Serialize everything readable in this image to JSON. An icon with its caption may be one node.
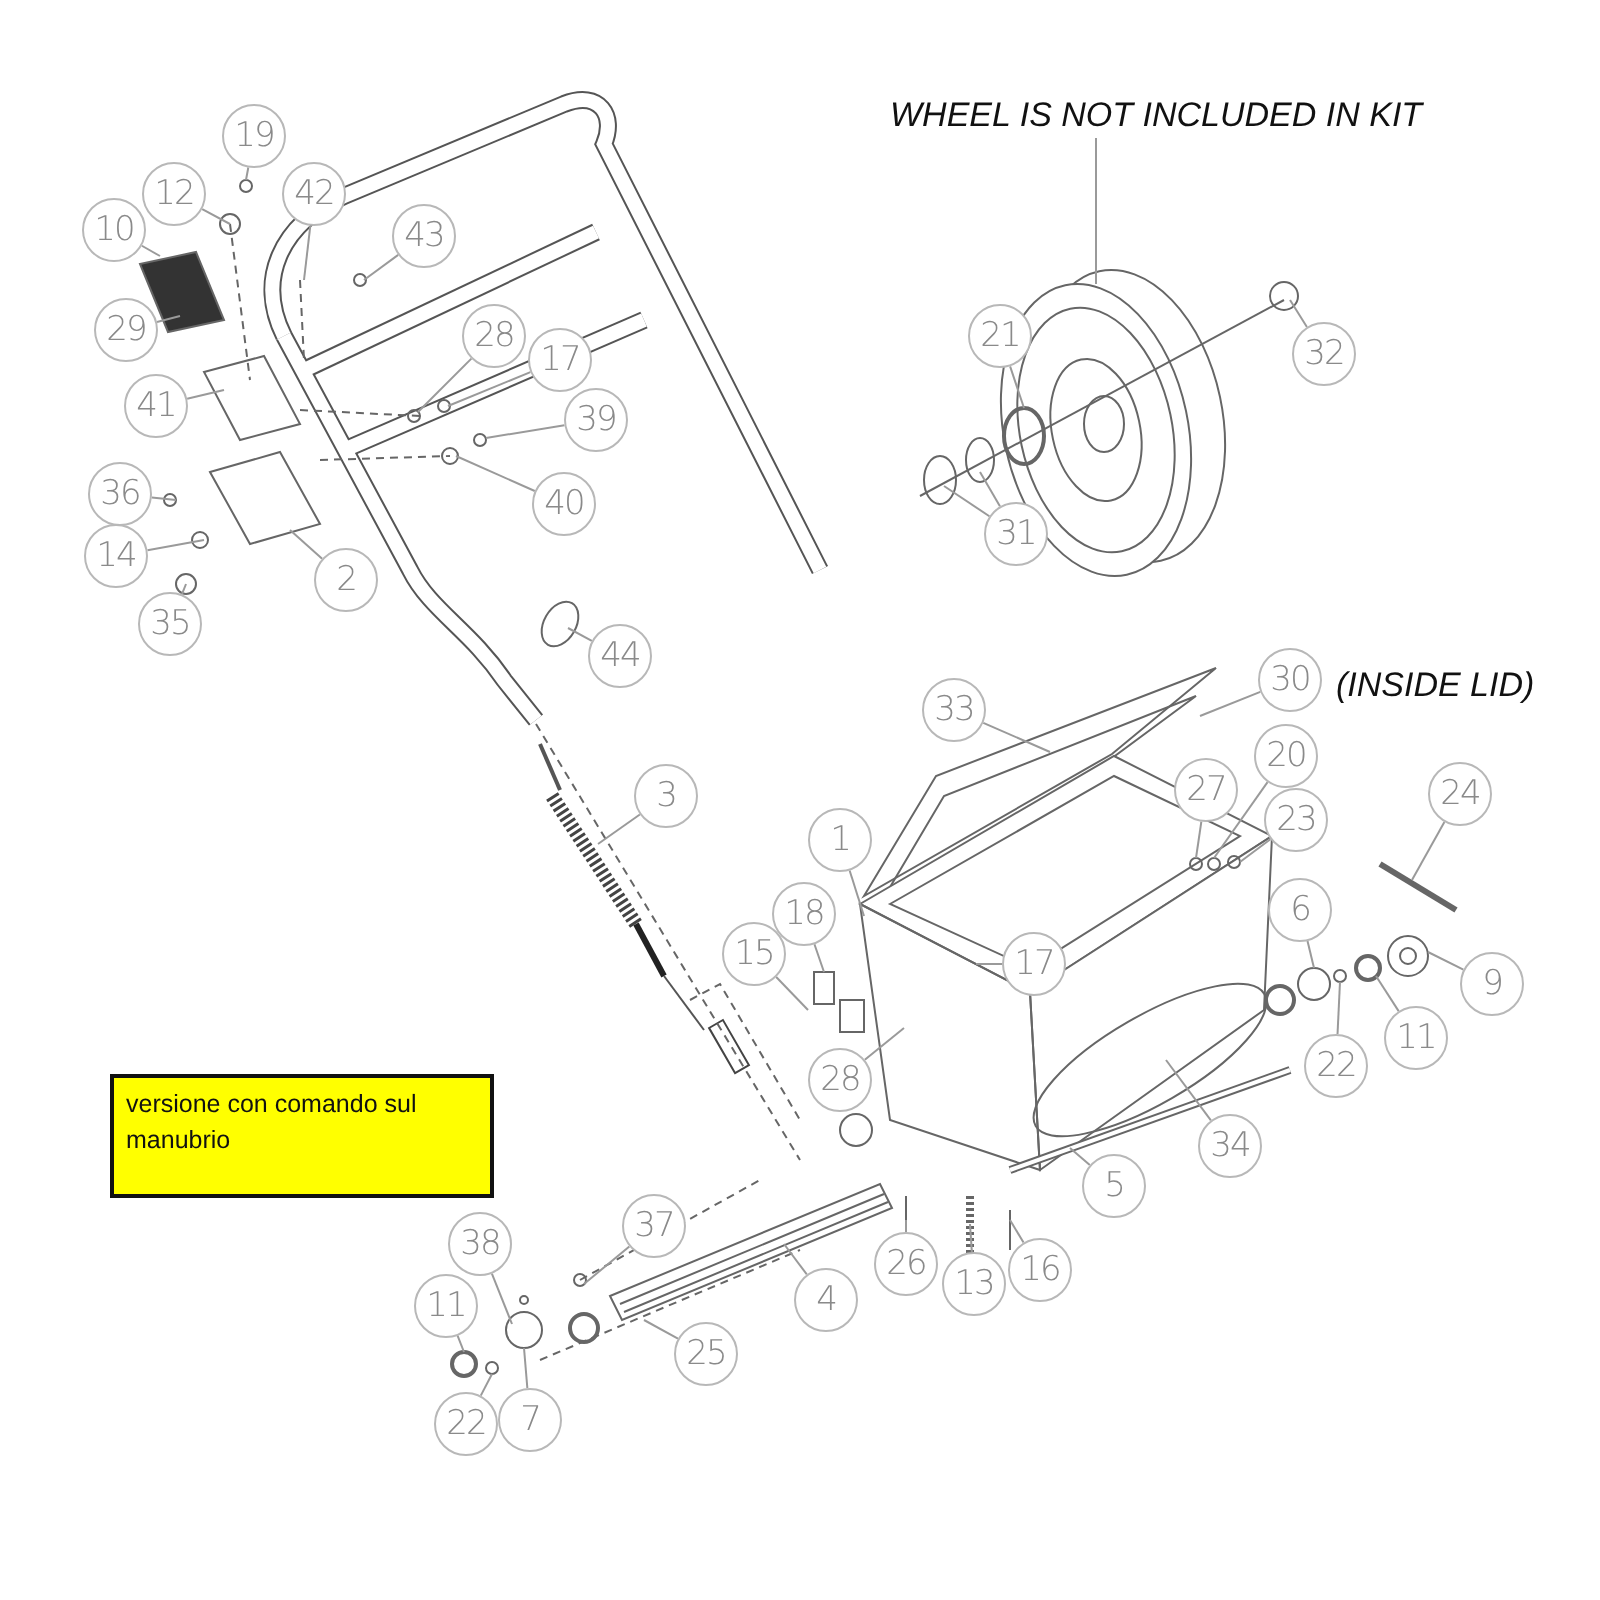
{
  "diagram": {
    "nodes": [
      {
        "text": [
          "WHEEL IS NOT INCLUDED IN KIT"
        ]
      },
      {
        "text": [
          "19"
        ]
      },
      {
        "text": [
          "12"
        ]
      },
      {
        "text": [
          "42"
        ]
      },
      {
        "text": [
          "10"
        ]
      },
      {
        "text": [
          "43"
        ]
      },
      {
        "text": [
          "29"
        ]
      },
      {
        "text": [
          "21"
        ]
      },
      {
        "text": [
          "32"
        ]
      },
      {
        "text": [
          "28"
        ]
      },
      {
        "text": [
          "17"
        ]
      },
      {
        "text": [
          "41"
        ]
      },
      {
        "text": [
          "39"
        ]
      },
      {
        "text": [
          "36"
        ]
      },
      {
        "text": [
          "40"
        ]
      },
      {
        "text": [
          "31"
        ]
      },
      {
        "text": [
          "14"
        ]
      },
      {
        "text": [
          "2"
        ]
      },
      {
        "text": [
          "35"
        ]
      },
      {
        "text": [
          "44"
        ]
      },
      {
        "text": [
          "30"
        ]
      },
      {
        "text": [
          "33"
        ]
      },
      {
        "text": [
          "3"
        ]
      },
      {
        "text": [
          "27"
        ]
      },
      {
        "text": [
          "20"
        ]
      },
      {
        "text": [
          "23"
        ]
      },
      {
        "text": [
          "24"
        ]
      },
      {
        "text": [
          "1"
        ]
      },
      {
        "text": [
          "18"
        ]
      },
      {
        "text": [
          "15"
        ]
      },
      {
        "text": [
          "17"
        ]
      },
      {
        "text": [
          "6"
        ]
      },
      {
        "text": [
          "9"
        ]
      },
      {
        "text": [
          "11"
        ]
      },
      {
        "text": [
          "22"
        ]
      },
      {
        "text": [
          "28"
        ]
      },
      {
        "text": [
          "versione con comando sul manubrio"
        ]
      },
      {
        "text": [
          "34"
        ]
      },
      {
        "text": [
          "5"
        ]
      },
      {
        "text": [
          "38"
        ]
      },
      {
        "text": [
          "37"
        ]
      },
      {
        "text": [
          "26"
        ]
      },
      {
        "text": [
          "16"
        ]
      },
      {
        "text": [
          "13"
        ]
      },
      {
        "text": [
          "4"
        ]
      },
      {
        "text": [
          "11"
        ]
      },
      {
        "text": [
          "25"
        ]
      },
      {
        "text": [
          "22"
        ]
      },
      {
        "text": [
          "7"
        ]
      }
    ],
    "edges": [
      {
        "from": 0,
        "to": null,
        "arrow": "none"
      },
      {
        "from": 1,
        "to": null,
        "arrow": "none"
      },
      {
        "from": 2,
        "to": null,
        "arrow": "none"
      },
      {
        "from": 3,
        "to": null,
        "arrow": "none"
      },
      {
        "from": 4,
        "to": null,
        "arrow": "none"
      },
      {
        "from": 5,
        "to": null,
        "arrow": "none"
      },
      {
        "from": 6,
        "to": null,
        "arrow": "none"
      },
      {
        "from": 7,
        "to": null,
        "arrow": "none"
      },
      {
        "from": 8,
        "to": null,
        "arrow": "none"
      },
      {
        "from": 9,
        "to": null,
        "arrow": "none"
      },
      {
        "from": 10,
        "to": null,
        "arrow": "none"
      },
      {
        "from": 11,
        "to": null,
        "arrow": "none"
      },
      {
        "from": 12,
        "to": null,
        "arrow": "none"
      },
      {
        "from": 13,
        "to": null,
        "arrow": "none"
      },
      {
        "from": 14,
        "to": null,
        "arrow": "none"
      },
      {
        "from": 15,
        "to": null,
        "arrow": "none"
      },
      {
        "from": 15,
        "to": null,
        "arrow": "none"
      },
      {
        "from": 16,
        "to": null,
        "arrow": "none"
      },
      {
        "from": 17,
        "to": null,
        "arrow": "none"
      },
      {
        "from": 18,
        "to": null,
        "arrow": "none"
      },
      {
        "from": 19,
        "to": null,
        "arrow": "none"
      },
      {
        "from": 20,
        "to": null,
        "arrow": "none"
      },
      {
        "from": 21,
        "to": null,
        "arrow": "none"
      },
      {
        "from": 22,
        "to": null,
        "arrow": "none"
      },
      {
        "from": 23,
        "to": null,
        "arrow": "none"
      },
      {
        "from": 24,
        "to": null,
        "arrow": "none"
      },
      {
        "from": 25,
        "to": null,
        "arrow": "none"
      },
      {
        "from": 26,
        "to": null,
        "arrow": "none"
      },
      {
        "from": 27,
        "to": null,
        "arrow": "none"
      },
      {
        "from": 28,
        "to": null,
        "arrow": "none"
      },
      {
        "from": 29,
        "to": null,
        "arrow": "none"
      },
      {
        "from": 30,
        "to": null,
        "arrow": "none"
      },
      {
        "from": 31,
        "to": null,
        "arrow": "none"
      },
      {
        "from": 32,
        "to": null,
        "arrow": "none"
      },
      {
        "from": 33,
        "to": null,
        "arrow": "none"
      },
      {
        "from": 34,
        "to": null,
        "arrow": "none"
      },
      {
        "from": 35,
        "to": null,
        "arrow": "none"
      },
      {
        "from": 37,
        "to": null,
        "arrow": "none"
      },
      {
        "from": 38,
        "to": null,
        "arrow": "none"
      },
      {
        "from": 39,
        "to": null,
        "arrow": "none"
      },
      {
        "from": 40,
        "to": null,
        "arrow": "none"
      },
      {
        "from": 41,
        "to": null,
        "arrow": "none"
      },
      {
        "from": 42,
        "to": null,
        "arrow": "none"
      },
      {
        "from": 43,
        "to": null,
        "arrow": "none"
      },
      {
        "from": 44,
        "to": null,
        "arrow": "none"
      },
      {
        "from": 45,
        "to": null,
        "arrow": "none"
      },
      {
        "from": 46,
        "to": null,
        "arrow": "none"
      },
      {
        "from": 47,
        "to": null,
        "arrow": "none"
      },
      {
        "from": 48,
        "to": null,
        "arrow": "none"
      }
    ],
    "labels": [
      "(INSIDE LID)"
    ]
  }
}
